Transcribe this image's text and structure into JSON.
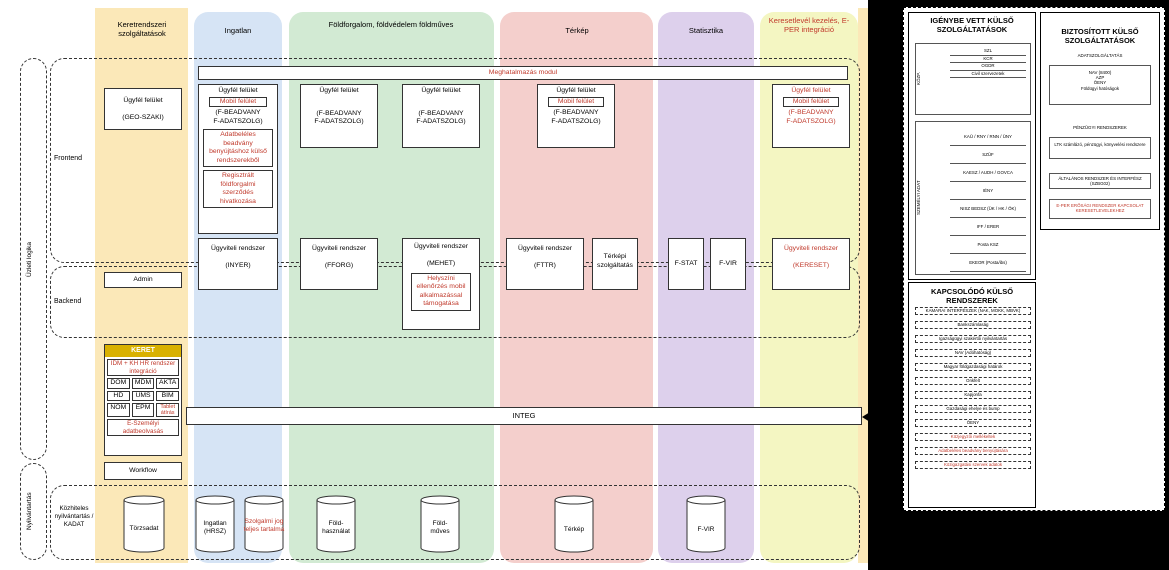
{
  "columns": {
    "keret": "Keretrendszeri szolgáltatások",
    "ingatlan": "Ingatlan",
    "fold": "Földforgalom, földvédelem földműves",
    "terkep": "Térkép",
    "stat": "Statisztika",
    "kereset": "Keresetlevél kezelés, E-PER integráció"
  },
  "lanes": {
    "uzleti": "Üzleti logika",
    "frontend": "Frontend",
    "backend": "Backend",
    "nyilv": "Nyilvántartás"
  },
  "meghatalmazas": "Meghatalmazás modul",
  "frontend": {
    "geo": "Ügyfél felület\n\n(GEO-SZAKI)",
    "ing_title": "Ügyfél felület",
    "mobil": "Mobil felület",
    "ing_sub": "(F-BEADVANY\nF-ADATSZOLG)",
    "ing_red1": "Adatbeléles beadvány benyújtáshoz külső rendszerekből",
    "ing_red2": "Regisztrált földforgalmi szerződés hivatkozása",
    "fold1_title": "Ügyfél felület",
    "fold1_sub": "(F-BEADVANY\nF-ADATSZOLG)",
    "fold2_title": "Ügyfél felület",
    "fold2_sub": "(F-BEADVANY\nF-ADATSZOLG)",
    "terk_title": "Ügyfél felület",
    "terk_sub": "(F-BEADVANY\nF-ADATSZOLG)",
    "ker_title": "Ügyfél felület",
    "ker_sub": "(F-BEADVANY\nF-ADATSZOLG)"
  },
  "backend": {
    "admin": "Admin",
    "inyer": "Ügyviteli rendszer\n\n(INYER)",
    "fforg": "Ügyviteli rendszer\n\n(FFORG)",
    "mehet": "Ügyviteli rendszer\n\n(MEHET)",
    "mehet_red": "Helyszíni ellenőrzés mobil alkalmazással támogatása",
    "fttr": "Ügyviteli rendszer\n\n(FTTR)",
    "terkepi": "Térképi szolgáltatás",
    "fstat": "F-STAT",
    "fvir": "F-VIR",
    "kereset": "Ügyviteli rendszer\n\n(KERESET)"
  },
  "keret_box": {
    "title": "KERET",
    "idm": "IDM + KH HR rendszer integráció",
    "cells": [
      "DOM",
      "MDM",
      "AKTA",
      "HD",
      "UMS",
      "BIM",
      "NOM",
      "EPM"
    ],
    "tablet": "Tablet átírás",
    "eszemelyi": "E-Személyi adatbeolvasás"
  },
  "workflow": "Workflow",
  "integ": "INTEG",
  "nyilvantartas": {
    "kozhiteles": "Közhiteles nyilvántartás / KADAT",
    "torzsadat": "Törzsadat",
    "ingatlan": "Ingatlan\n(HRSZ)",
    "szolgalmi": "Szolgalmi jog teljes tartalma",
    "foldhasznalat": "Föld-\nhasználat",
    "foldmuves": "Föld-\nműves",
    "terkep": "Térkép",
    "fvir": "F-VIR"
  },
  "side": {
    "igenybe_title": "IGÉNYBE VETT KÜLSŐ SZOLGÁLTATÁSOK",
    "kozp_label": "KÖZP.",
    "kozp_items": [
      "SZL",
      "KCR",
      "OGDR",
      "Civil szervezetek"
    ],
    "szemelyi_label": "SZEMÉLYI ADAT",
    "szemelyi_items": [
      "KAÜ / RNY / RNN / ÜNY",
      "SZÜF",
      "KAESZ / AUDH / GOVCA",
      "IÉNY",
      "NISZ BEDSZ (ÜK / HK / ÖK)",
      "IFF / ERER",
      "Posta KSZ",
      "EKEOR (Posta/ibs)"
    ],
    "biztositott_title": "BIZTOSÍTOTT KÜLSŐ SZOLGÁLTATÁSOK",
    "biz_items": [
      "ADATSZOLGÁLTATÁS",
      "NAV (8400)\nAZP\nÖENY\nFöldügyi hatóságok",
      "PÉNZÜGYI RENDSZEREK",
      "LTK számlázó, pénzügyi, könyvelési rendszere",
      "ÁLTALÁNOS RENDSZER ÉS INTERFÉSZ (SZBG02)",
      "E-PER ERŐSÁGI RENDSZER KAPCSOLAT KERESETLEVELEKHEZ"
    ],
    "kapcs_title": "KAPCSOLÓDÓ KÜLSŐ RENDSZEREK",
    "kapcs_items": [
      "KAMARAI INTERFÉSZEK (NAK, MOKK, MBVK)",
      "Bankszámlaság",
      "Igazságügyi szakértői nyilvántartás",
      "NAV (Adóhatóság)",
      "Magyar földgazdasági határok",
      "Onkfelt",
      "Kapjonfa",
      "Gazdasági ehelye és bump",
      "ÖENY",
      "Közjegyzői mellékeltek",
      "Adatbeléles beadvány benyújtására",
      "Közigazgatási szervek adatok"
    ]
  }
}
